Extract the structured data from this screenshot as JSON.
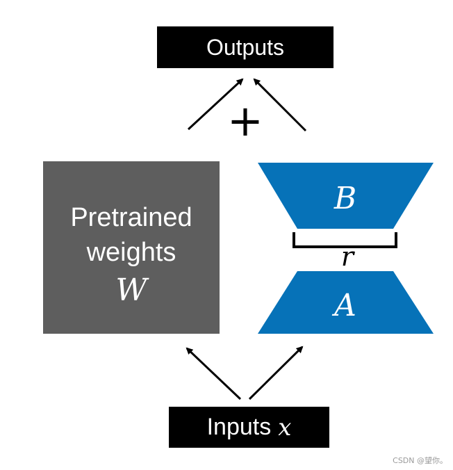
{
  "outputs": {
    "label": "Outputs"
  },
  "inputs": {
    "label": "Inputs",
    "variable": "x"
  },
  "pretrained": {
    "label": "Pretrained\nweights",
    "variable": "W"
  },
  "lora": {
    "matrix_b": "B",
    "matrix_a": "A",
    "rank": "r",
    "plus": "+"
  },
  "colors": {
    "lora_blue": "#0672b8",
    "weights_gray": "#5e5e5e",
    "box_black": "#000000"
  },
  "watermark": {
    "text": "CSDN @望你。"
  }
}
